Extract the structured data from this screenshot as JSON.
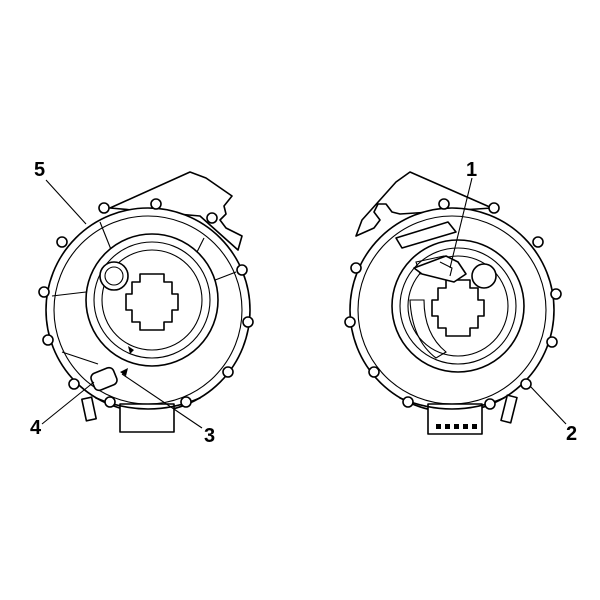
{
  "diagram": {
    "callouts": [
      {
        "id": "callout-1",
        "label": "1"
      },
      {
        "id": "callout-2",
        "label": "2"
      },
      {
        "id": "callout-3",
        "label": "3"
      },
      {
        "id": "callout-4",
        "label": "4"
      },
      {
        "id": "callout-5",
        "label": "5"
      }
    ],
    "colors": {
      "ink": "#000000",
      "paper": "#ffffff"
    }
  }
}
